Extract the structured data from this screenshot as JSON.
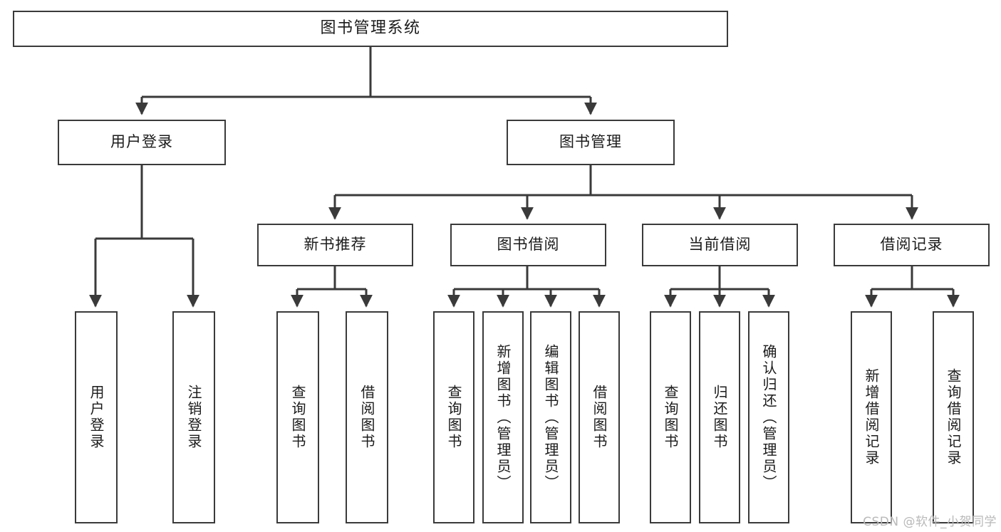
{
  "diagram": {
    "title": "图书管理系统",
    "type": "tree-hierarchy",
    "watermark": "CSDN @软件_小贺同学",
    "colors": {
      "box_border": "#3a3a3a",
      "box_fill": "#ffffff",
      "connector": "#3a3a3a",
      "text": "#1b1b1b",
      "watermark": "#b9b9b9"
    },
    "root": {
      "label": "图书管理系统"
    },
    "level2": [
      {
        "label": "用户登录"
      },
      {
        "label": "图书管理"
      }
    ],
    "level3": [
      {
        "label": "新书推荐"
      },
      {
        "label": "图书借阅"
      },
      {
        "label": "当前借阅"
      },
      {
        "label": "借阅记录"
      }
    ],
    "leaves": {
      "user_login": [
        "用户登录",
        "注销登录"
      ],
      "new_book": [
        "查询图书",
        "借阅图书"
      ],
      "book_borrow": [
        "查询图书",
        "新增图书（管理员）",
        "编辑图书（管理员）",
        "借阅图书"
      ],
      "current_borrow": [
        "查询图书",
        "归还图书",
        "确认归还（管理员）"
      ],
      "borrow_record": [
        "新增借阅记录",
        "查询借阅记录"
      ]
    }
  }
}
